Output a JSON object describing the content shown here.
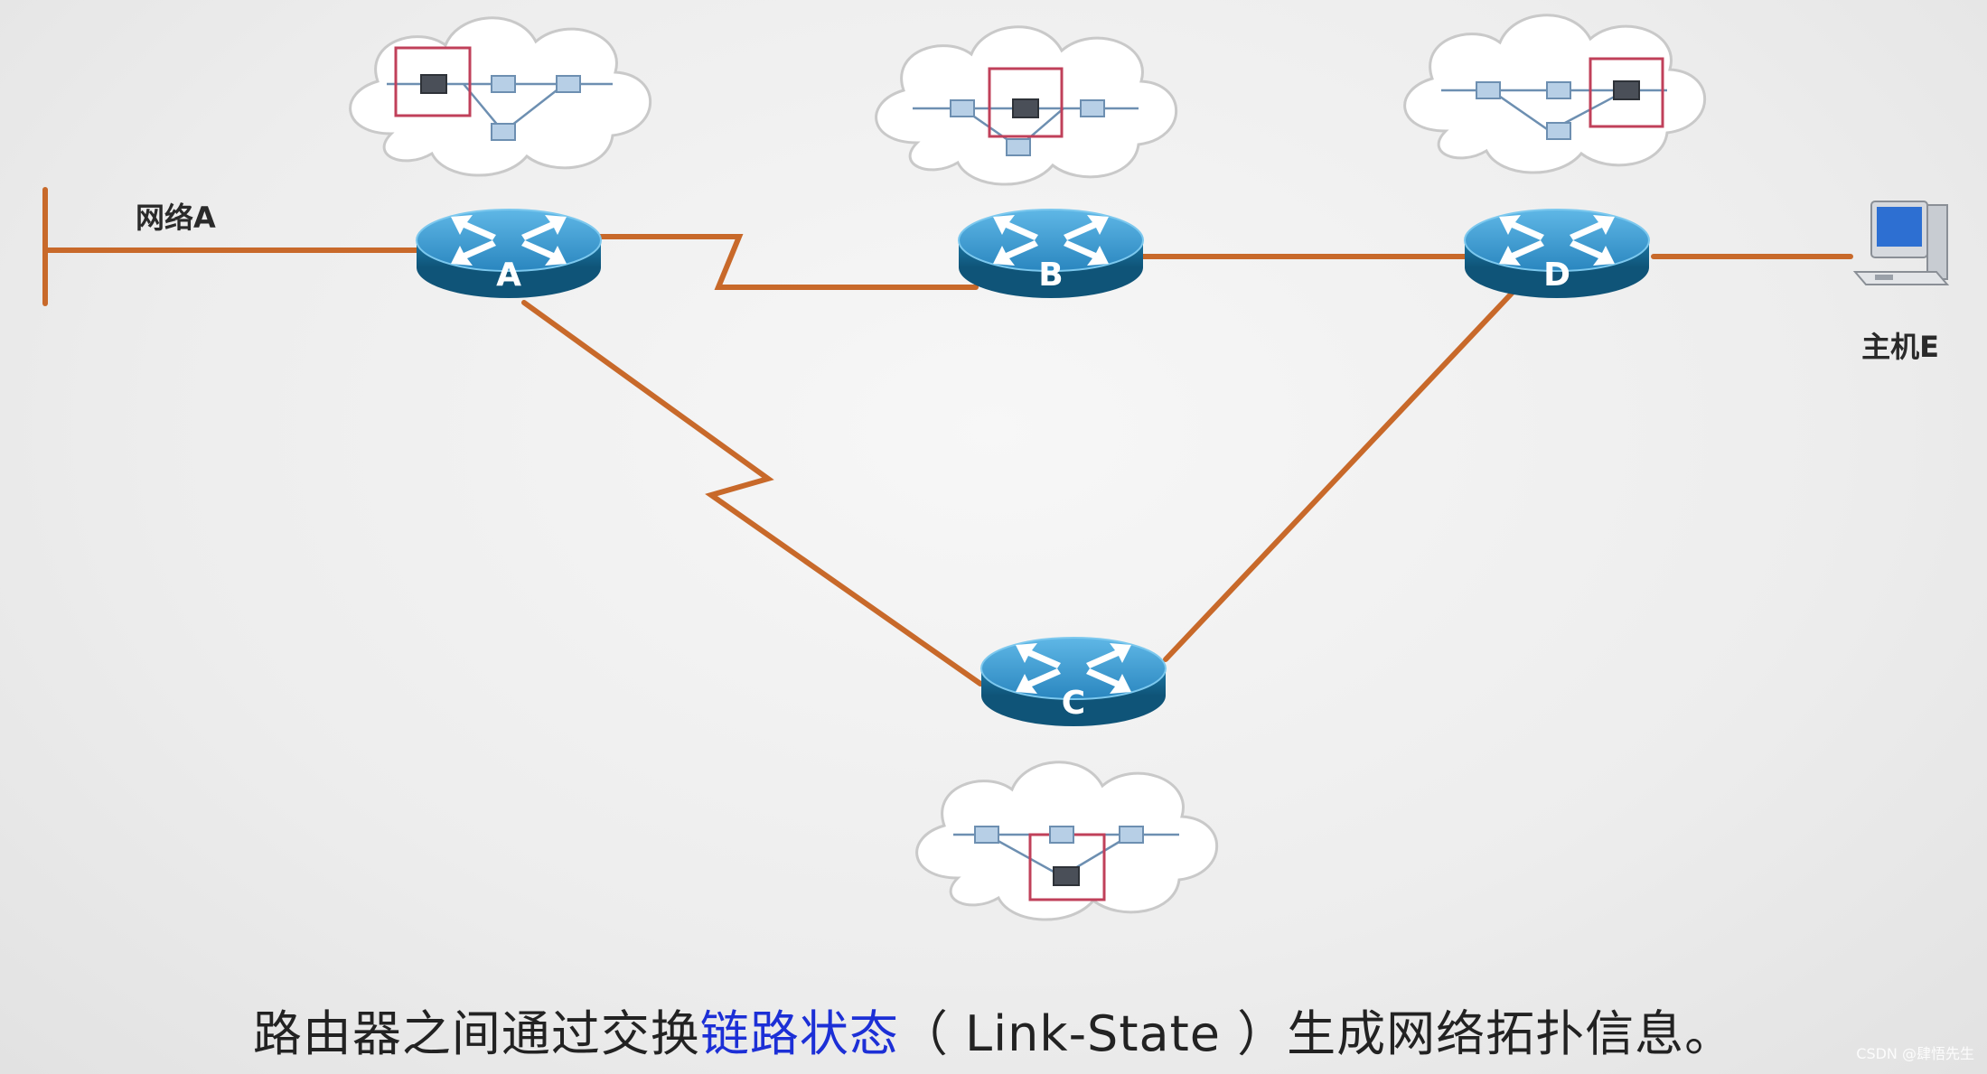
{
  "network_label": "网络A",
  "host_label": "主机E",
  "routers": [
    {
      "id": "A",
      "label": "A"
    },
    {
      "id": "B",
      "label": "B"
    },
    {
      "id": "C",
      "label": "C"
    },
    {
      "id": "D",
      "label": "D"
    }
  ],
  "caption": {
    "prefix": "路由器之间通过交换",
    "highlight": "链路状态",
    "suffix": "（ Link-State ）生成网络拓扑信息。"
  },
  "watermark": "CSDN @肆悟先生",
  "colors": {
    "link": "#c8692a",
    "router_top": "#3a9ad0",
    "router_side": "#17668f",
    "highlight_text": "#1c2fd6",
    "topology_box": "#c0405a"
  }
}
